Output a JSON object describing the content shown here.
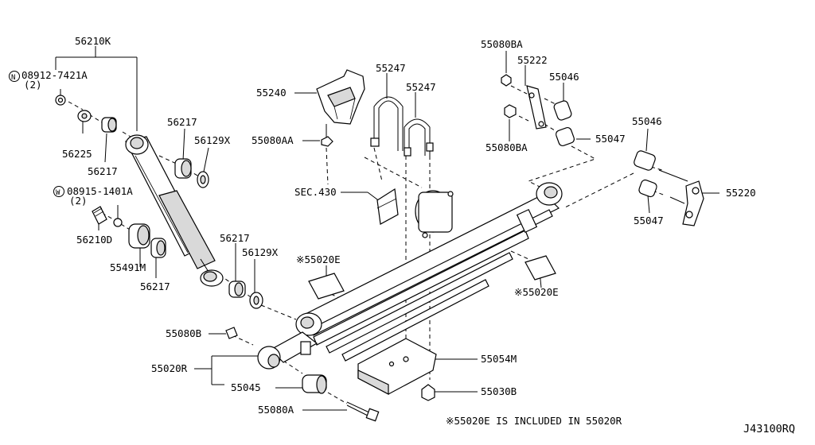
{
  "diagram_id": "J43100RQ",
  "note": "※55020E IS INCLUDED IN 55020R",
  "labels": {
    "p56210K": "56210K",
    "p08912": "08912-7421A",
    "p08912_qty": "(2)",
    "p56225": "56225",
    "p56217a": "56217",
    "p56217b": "56217",
    "p56129Xa": "56129X",
    "p08915": "08915-1401A",
    "p08915_qty": "(2)",
    "p56210D": "56210D",
    "p55491M": "55491M",
    "p56217c": "56217",
    "p56217d": "56217",
    "p56129Xb": "56129X",
    "p55240": "55240",
    "p55080AA": "55080AA",
    "p55247a": "55247",
    "p55247b": "55247",
    "pSEC430": "SEC.430",
    "p55080BAa": "55080BA",
    "p55222": "55222",
    "p55046a": "55046",
    "p55080BAb": "55080BA",
    "p55047a": "55047",
    "p55046b": "55046",
    "p55220": "55220",
    "p55047b": "55047",
    "p55020Ea": "※55020E",
    "p55020Eb": "※55020E",
    "p55080B": "55080B",
    "p55020R": "55020R",
    "p55045": "55045",
    "p55080A": "55080A",
    "p55054M": "55054M",
    "p55030B": "55030B"
  },
  "markers": {
    "n": "N",
    "w": "W"
  }
}
